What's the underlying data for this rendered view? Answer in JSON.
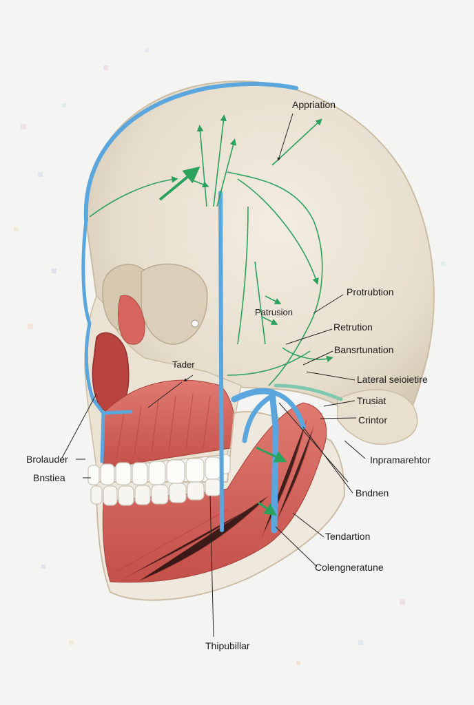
{
  "diagram": {
    "labels": {
      "appriation": "Appriation",
      "protrubtion": "Protrubtion",
      "patrusion": "Patrusion",
      "retrution": "Retrution",
      "bansrtunation": "Bansrtunation",
      "lateral": "Lateral seioietire",
      "trusiat": "Trusiat",
      "crintor": "Crintor",
      "inpramarehtor": "Inpramarehtor",
      "tader": "Tader",
      "brolauder": "Brolauder",
      "bnstiea": "Bnstiea",
      "bndnen": "Bndnen",
      "tendartion": "Tendartion",
      "colengneratune": "Colengneratune",
      "thipubillar": "Thipubillar"
    },
    "colors": {
      "background": "#f4f4f3",
      "bone": "#ece4d6",
      "bone_shade": "#d8cdb9",
      "muscle": "#d9645c",
      "muscle_dark": "#b8433f",
      "vessel": "#5aa6dd",
      "arrow": "#2aa15c",
      "leader": "#222222"
    },
    "icons": [
      "skull-illustration",
      "teeth-illustration",
      "green-direction-arrows",
      "blue-vessel-lines"
    ]
  }
}
